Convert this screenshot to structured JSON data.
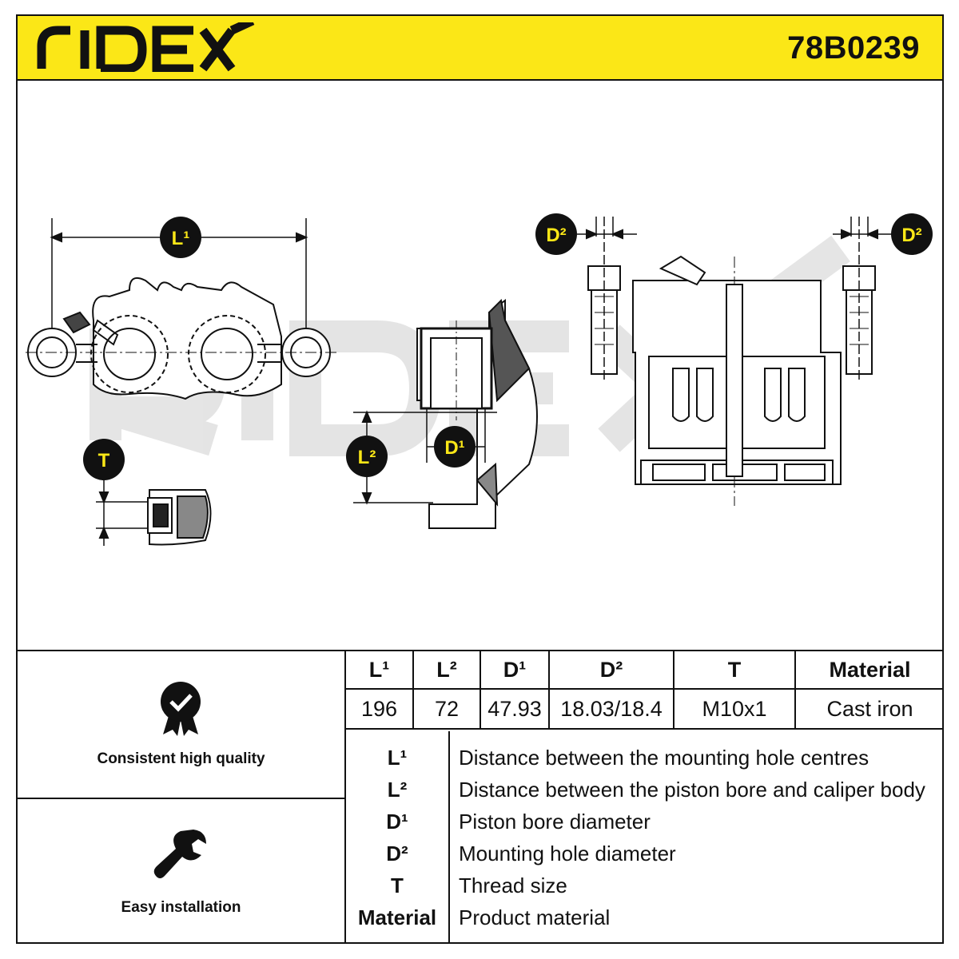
{
  "header": {
    "brand": "RIDEX",
    "part_number": "78B0239",
    "brand_color": "#111111",
    "accent_color": "#fbe717"
  },
  "drawing": {
    "watermark": "RIDEX",
    "callouts": {
      "l1": "L¹",
      "l2": "L²",
      "d1": "D¹",
      "d2_left": "D²",
      "d2_right": "D²",
      "t": "T"
    }
  },
  "features": [
    {
      "label": "Consistent high quality",
      "icon": "quality-badge-icon"
    },
    {
      "label": "Easy installation",
      "icon": "wrench-icon"
    }
  ],
  "specs": {
    "headers": [
      "L¹",
      "L²",
      "D¹",
      "D²",
      "T",
      "Material"
    ],
    "values": [
      "196",
      "72",
      "47.93",
      "18.03/18.4",
      "M10x1",
      "Cast iron"
    ]
  },
  "legend": [
    {
      "key": "L¹",
      "desc": "Distance between the mounting hole centres"
    },
    {
      "key": "L²",
      "desc": "Distance between the piston bore and caliper body"
    },
    {
      "key": "D¹",
      "desc": "Piston bore diameter"
    },
    {
      "key": "D²",
      "desc": "Mounting hole diameter"
    },
    {
      "key": "T",
      "desc": "Thread size"
    },
    {
      "key": "Material",
      "desc": "Product material"
    }
  ]
}
